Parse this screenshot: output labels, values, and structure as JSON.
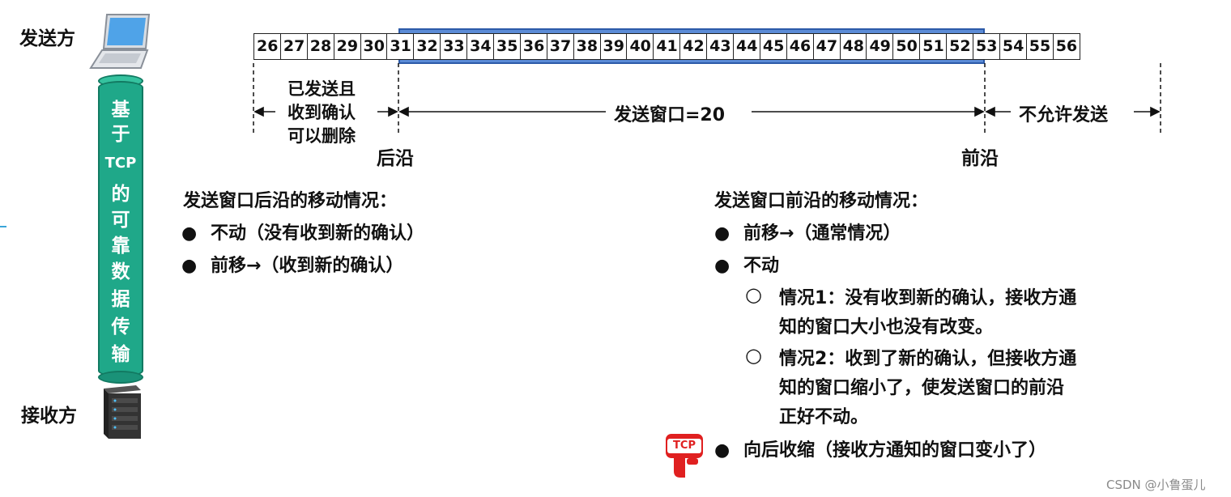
{
  "sender_label": "发送方",
  "receiver_label": "接收方",
  "pipe_text": [
    "基",
    "于",
    "TCP",
    "的",
    "可",
    "靠",
    "数",
    "据",
    "传",
    "输"
  ],
  "sequence": [
    26,
    27,
    28,
    29,
    30,
    31,
    32,
    33,
    34,
    35,
    36,
    37,
    38,
    39,
    40,
    41,
    42,
    43,
    44,
    45,
    46,
    47,
    48,
    49,
    50,
    51,
    52,
    53,
    54,
    55,
    56
  ],
  "window_range": [
    31,
    50
  ],
  "region_sent_acked": [
    "已发送且",
    "收到确认",
    "可以删除"
  ],
  "region_window": "发送窗口=20",
  "region_not_allowed": "不允许发送",
  "trailing_edge_label": "后沿",
  "leading_edge_label": "前沿",
  "left_section": {
    "title": "发送窗口后沿的移动情况：",
    "items": [
      {
        "bullet": "●",
        "text": "不动（没有收到新的确认）"
      },
      {
        "bullet": "●",
        "text": "前移→（收到新的确认）"
      }
    ]
  },
  "right_section": {
    "title": "发送窗口前沿的移动情况：",
    "item1": {
      "bullet": "●",
      "text": "前移→（通常情况）"
    },
    "item2": {
      "bullet": "●",
      "text": "不动"
    },
    "sub1": {
      "bullet": "○",
      "lines": [
        "情况1：没有收到新的确认，接收方通",
        "知的窗口大小也没有改变。"
      ]
    },
    "sub2": {
      "bullet": "○",
      "lines": [
        "情况2：收到了新的确认，但接收方通",
        "知的窗口缩小了，使发送窗口的前沿",
        "正好不动。"
      ]
    },
    "item3": {
      "bullet": "●",
      "text": "向后收缩（接收方通知的窗口变小了）"
    }
  },
  "tcp_badge": "TCP",
  "watermark": "CSDN @小鲁蛋儿",
  "colors": {
    "window": "#5b8bd6",
    "pipe": "#1fa889",
    "badge": "#e02020"
  }
}
